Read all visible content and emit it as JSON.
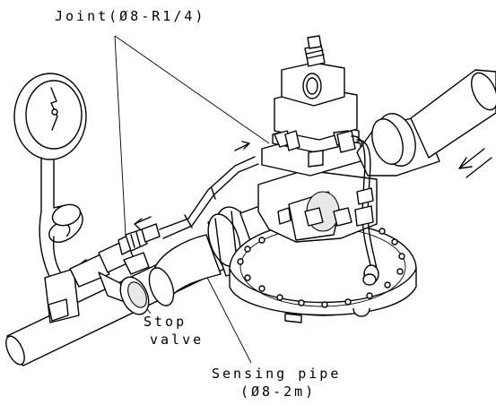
{
  "labels": {
    "joint": "Joint(Ø8-R1/4)",
    "stop_valve_line1": "Stop",
    "stop_valve_line2": "valve",
    "sensing_pipe_line1": "Sensing pipe",
    "sensing_pipe_line2": "(Ø8-2m)"
  },
  "colors": {
    "line": "#000000",
    "background": "#ffffff"
  }
}
